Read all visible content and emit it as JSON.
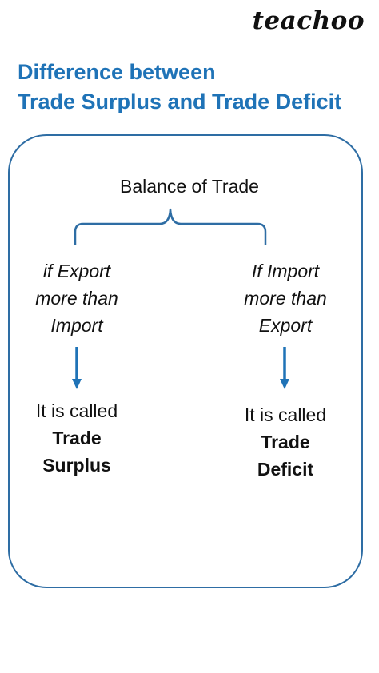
{
  "brand": {
    "logo_text": "teachoo"
  },
  "heading": {
    "line1": "Difference between",
    "line2": "Trade Surplus and Trade Deficit"
  },
  "diagram": {
    "root": "Balance of Trade",
    "left": {
      "condition": [
        "if Export",
        "more than",
        "Import"
      ],
      "result_intro": "It is called",
      "result_term": [
        "Trade",
        "Surplus"
      ]
    },
    "right": {
      "condition": [
        "If Import",
        "more than",
        "Export"
      ],
      "result_intro": "It is called",
      "result_term": [
        "Trade",
        "Deficit"
      ]
    }
  },
  "colors": {
    "accent": "#1f73b7",
    "frame": "#2e6da4",
    "connector": "#2e6da4",
    "text": "#111111"
  }
}
